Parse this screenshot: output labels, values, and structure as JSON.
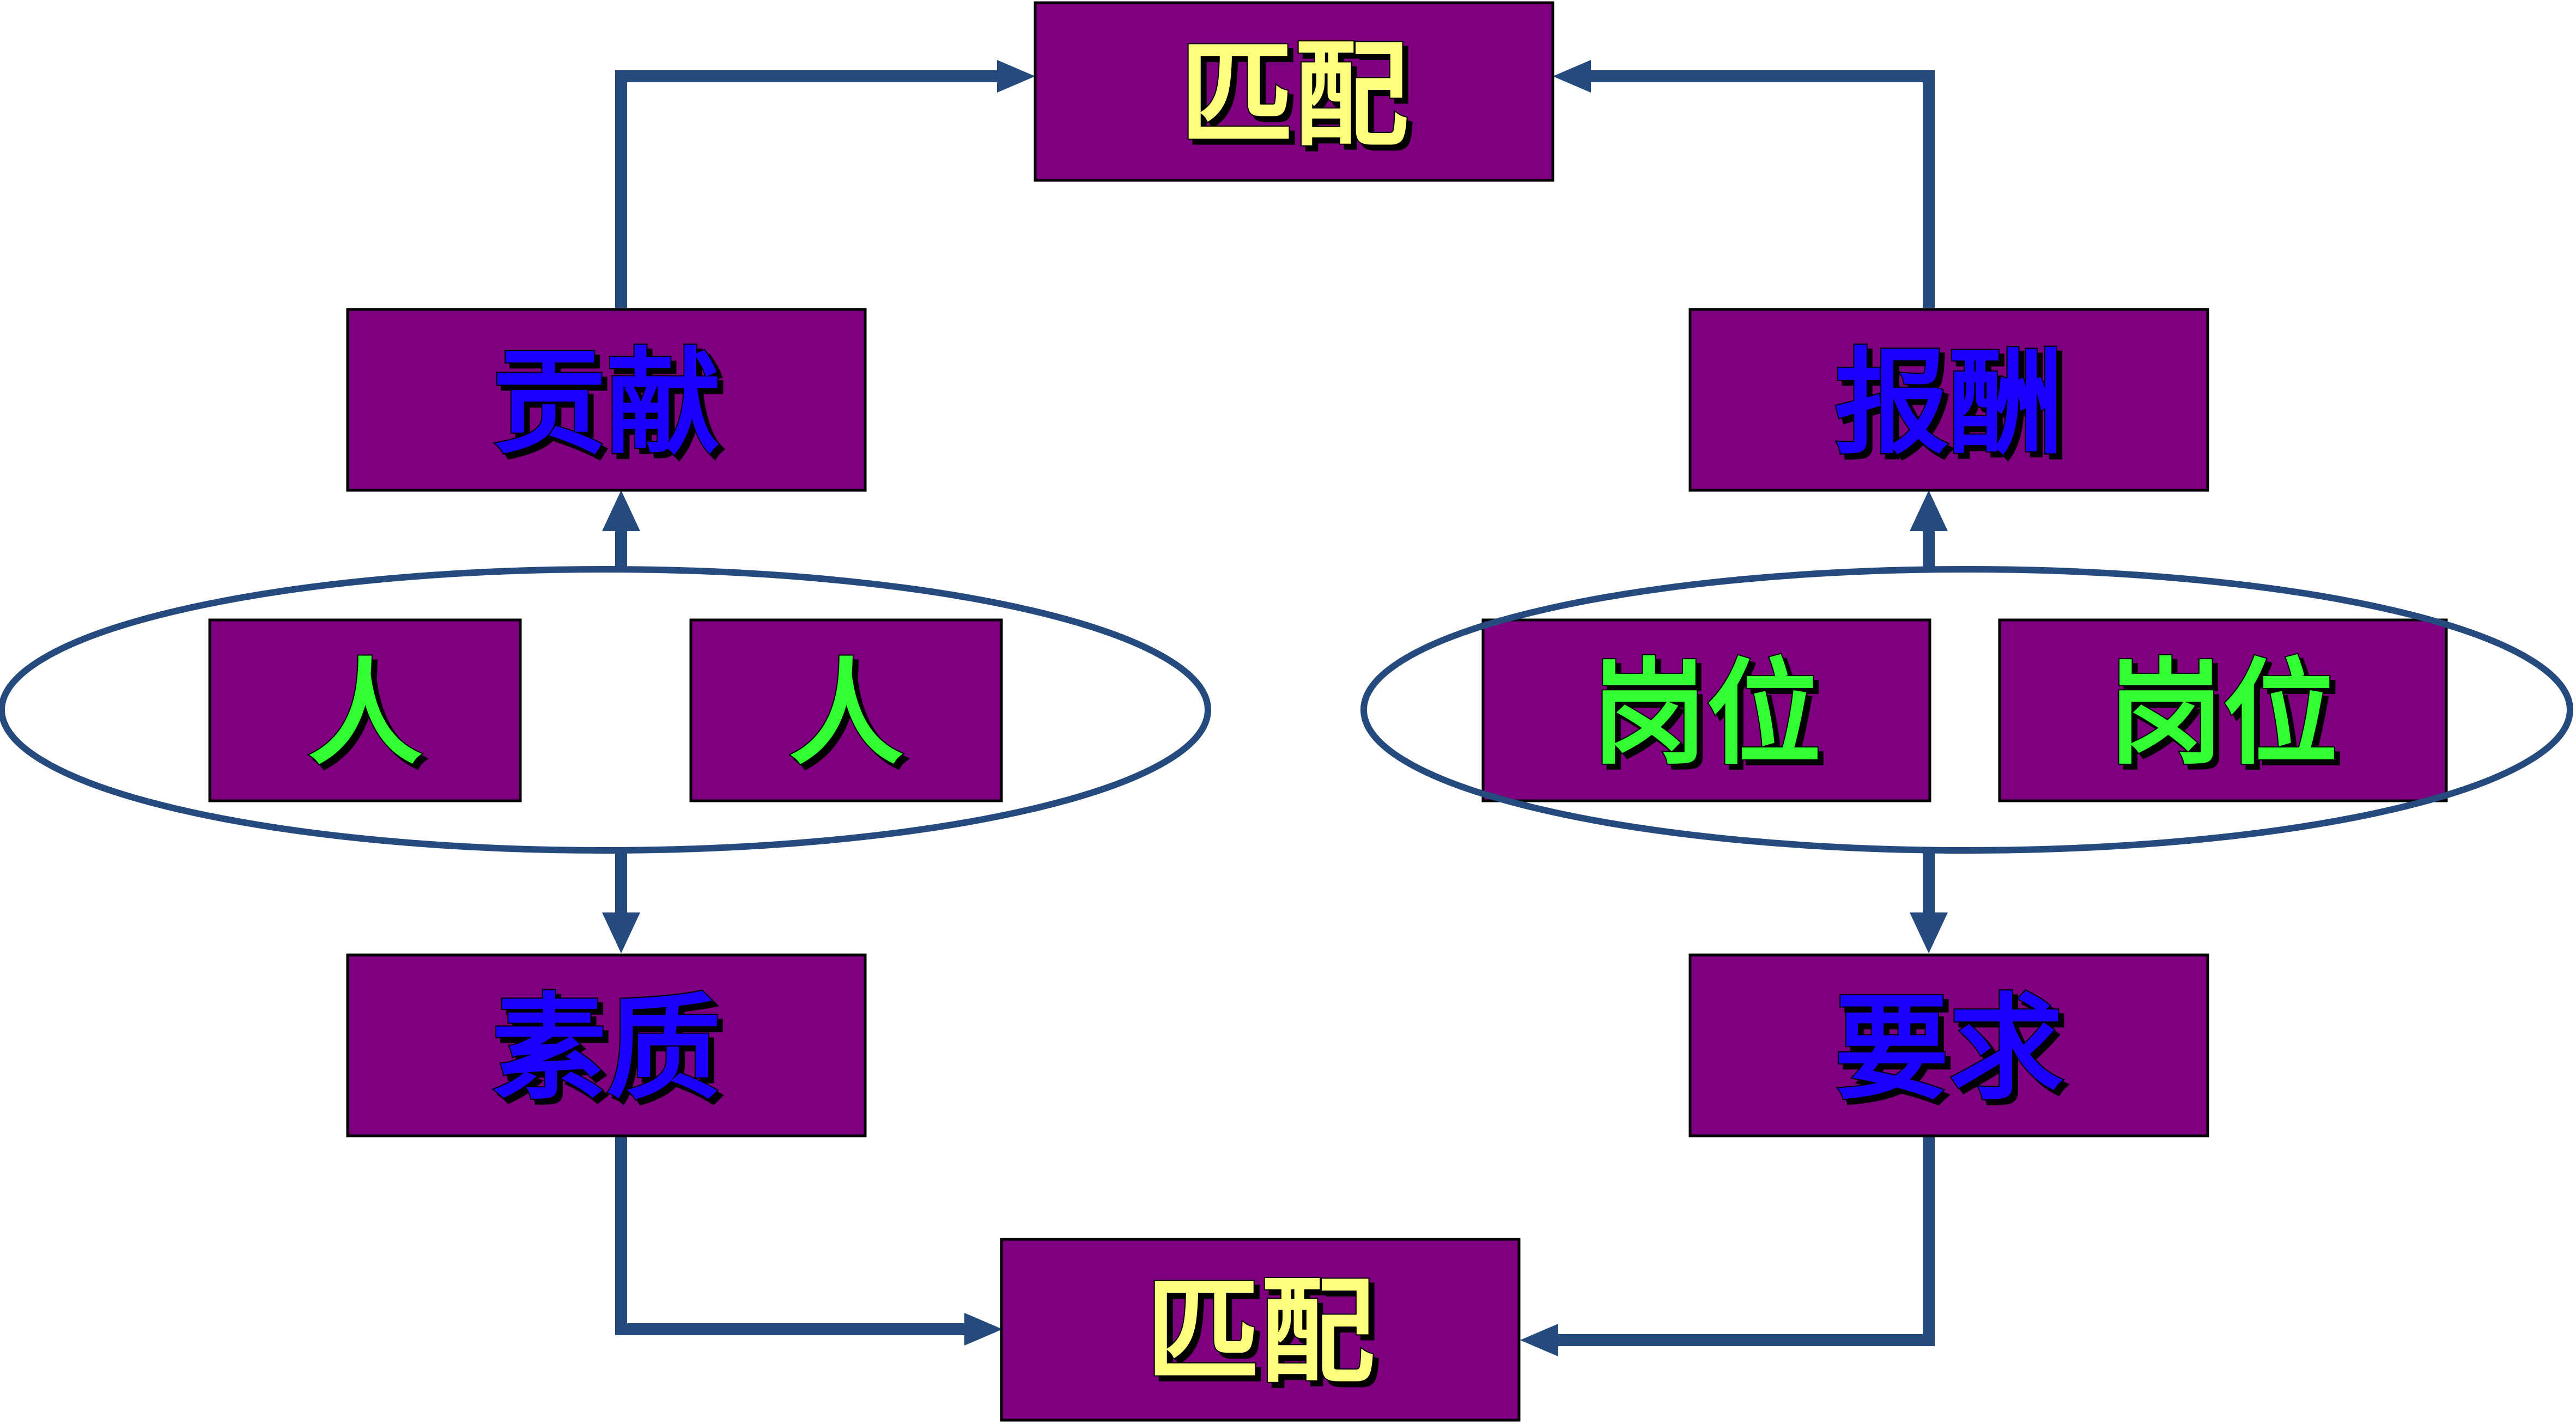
{
  "colors": {
    "box_fill": "#7f007f",
    "connector": "#244a7e",
    "match_text": "#ffff7f",
    "concept_text": "#1f00ff",
    "entity_text": "#33ff33"
  },
  "diagram": {
    "top_match": "匹配",
    "bottom_match": "匹配",
    "left": {
      "upper": "贡献",
      "entities": [
        "人",
        "人"
      ],
      "lower": "素质"
    },
    "right": {
      "upper": "报酬",
      "entities": [
        "岗位",
        "岗位"
      ],
      "lower": "要求"
    }
  }
}
